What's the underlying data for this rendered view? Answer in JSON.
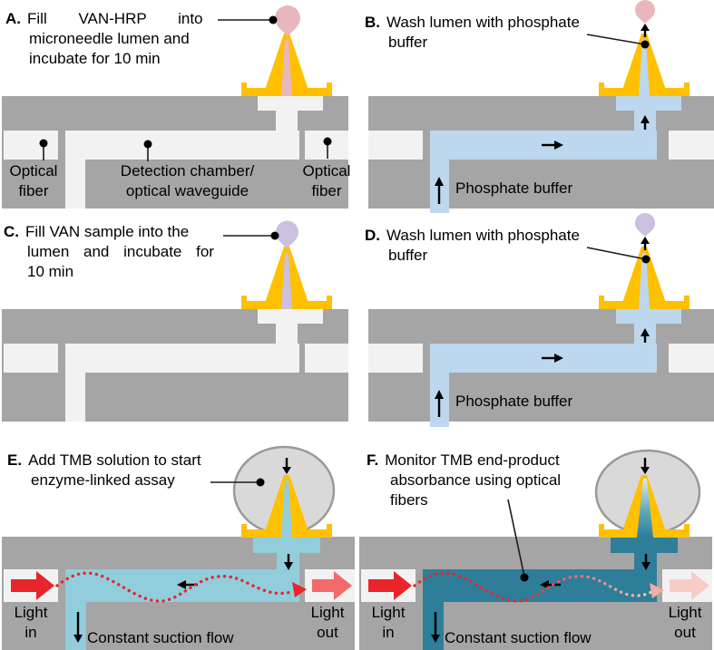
{
  "figure_title": "Microneedle enzyme-linked vancomycin assay steps",
  "colors": {
    "background": "#FFFFFF",
    "substrate_gray": "#A5A5A5",
    "channel_white": "#F2F2F2",
    "needle_orange": "#FFC000",
    "van_hrp_pink": "#E8B7BC",
    "van_sample_lavender": "#CBC0DE",
    "phosphate_blue": "#BDD7EE",
    "tmb_cyan": "#92CDDC",
    "tmb_product_teal": "#2E7E99",
    "tmb_droplet_gray": "#D9D9D9",
    "light_in_red": "#E8252A",
    "light_out_salmon": "#F4696B",
    "light_out_pale_pink": "#F8CCC6"
  },
  "panels": {
    "A": {
      "letter": "A.",
      "caption_lines": [
        "Fill VAN-HRP into",
        "microneedle lumen and",
        "incubate for 10 min"
      ],
      "labels": {
        "fiber_left_1": "Optical",
        "fiber_left_2": "fiber",
        "chamber_1": "Detection chamber/",
        "chamber_2": "optical waveguide",
        "fiber_right_1": "Optical",
        "fiber_right_2": "fiber"
      }
    },
    "B": {
      "letter": "B.",
      "caption_lines": [
        "Wash lumen with phosphate",
        "buffer"
      ],
      "labels": {
        "buffer": "Phosphate buffer"
      }
    },
    "C": {
      "letter": "C.",
      "caption_lines": [
        "Fill VAN sample into the",
        "lumen and incubate for",
        "10 min"
      ]
    },
    "D": {
      "letter": "D.",
      "caption_lines": [
        "Wash lumen with phosphate",
        "buffer"
      ],
      "labels": {
        "buffer": "Phosphate buffer"
      }
    },
    "E": {
      "letter": "E.",
      "caption_lines": [
        "Add TMB solution to start",
        "enzyme-linked assay"
      ],
      "labels": {
        "light_in_1": "Light",
        "light_in_2": "in",
        "light_out_1": "Light",
        "light_out_2": "out",
        "suction": "Constant suction flow"
      }
    },
    "F": {
      "letter": "F.",
      "caption_lines": [
        "Monitor TMB end-product",
        "absorbance using optical",
        "fibers"
      ],
      "labels": {
        "light_in_1": "Light",
        "light_in_2": "in",
        "light_out_1": "Light",
        "light_out_2": "out",
        "suction": "Constant suction flow"
      }
    }
  }
}
